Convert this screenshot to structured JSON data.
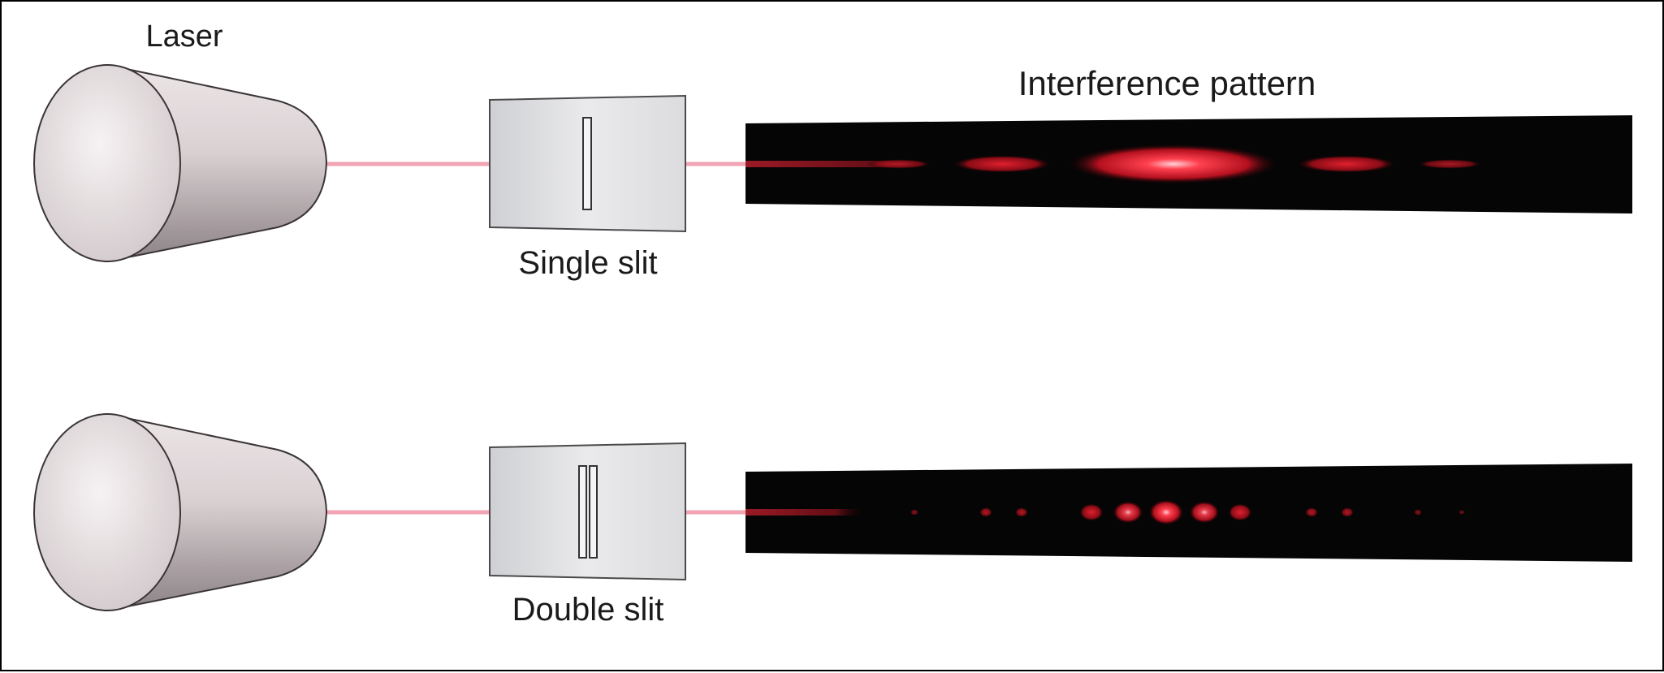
{
  "labels": {
    "laser": "Laser",
    "single_slit": "Single slit",
    "double_slit": "Double slit",
    "interference_pattern": "Interference pattern"
  },
  "colors": {
    "beam": "#f2a3b3",
    "fringe": "#ff2a3a",
    "screen": "#050505",
    "laser_body": "#cfc6c8",
    "slit_plate": "#e2e2e4"
  }
}
